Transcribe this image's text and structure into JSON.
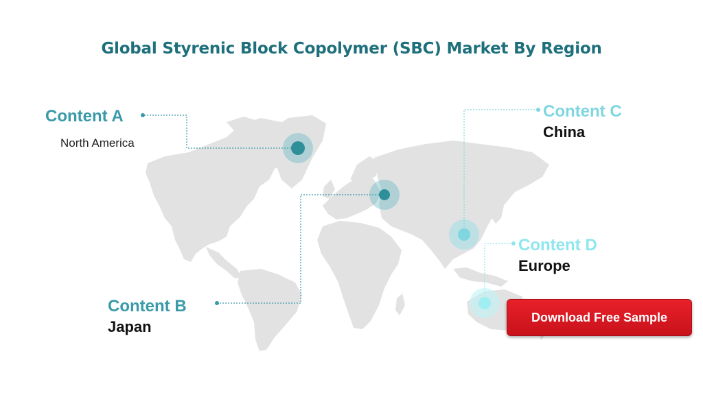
{
  "title": "Global Styrenic Block Copolymer (SBC) Market By Region",
  "callouts": [
    {
      "label": "Content A",
      "sub": "North America",
      "color": "#3a9aa8"
    },
    {
      "label": "Content B",
      "sub": "Japan",
      "color": "#3a9aa8"
    },
    {
      "label": "Content C",
      "sub": "China",
      "color": "#7fd6e0"
    },
    {
      "label": "Content D",
      "sub": "Europe",
      "color": "#8fe6ee"
    }
  ],
  "button": {
    "label": "Download Free Sample"
  },
  "colors": {
    "title": "#1e6f7c",
    "land": "#e0e0e0",
    "marker_dark": "#2f8f99",
    "marker_mid": "#4fb3bf",
    "marker_light": "#9feef2",
    "button": "#d8161f"
  }
}
